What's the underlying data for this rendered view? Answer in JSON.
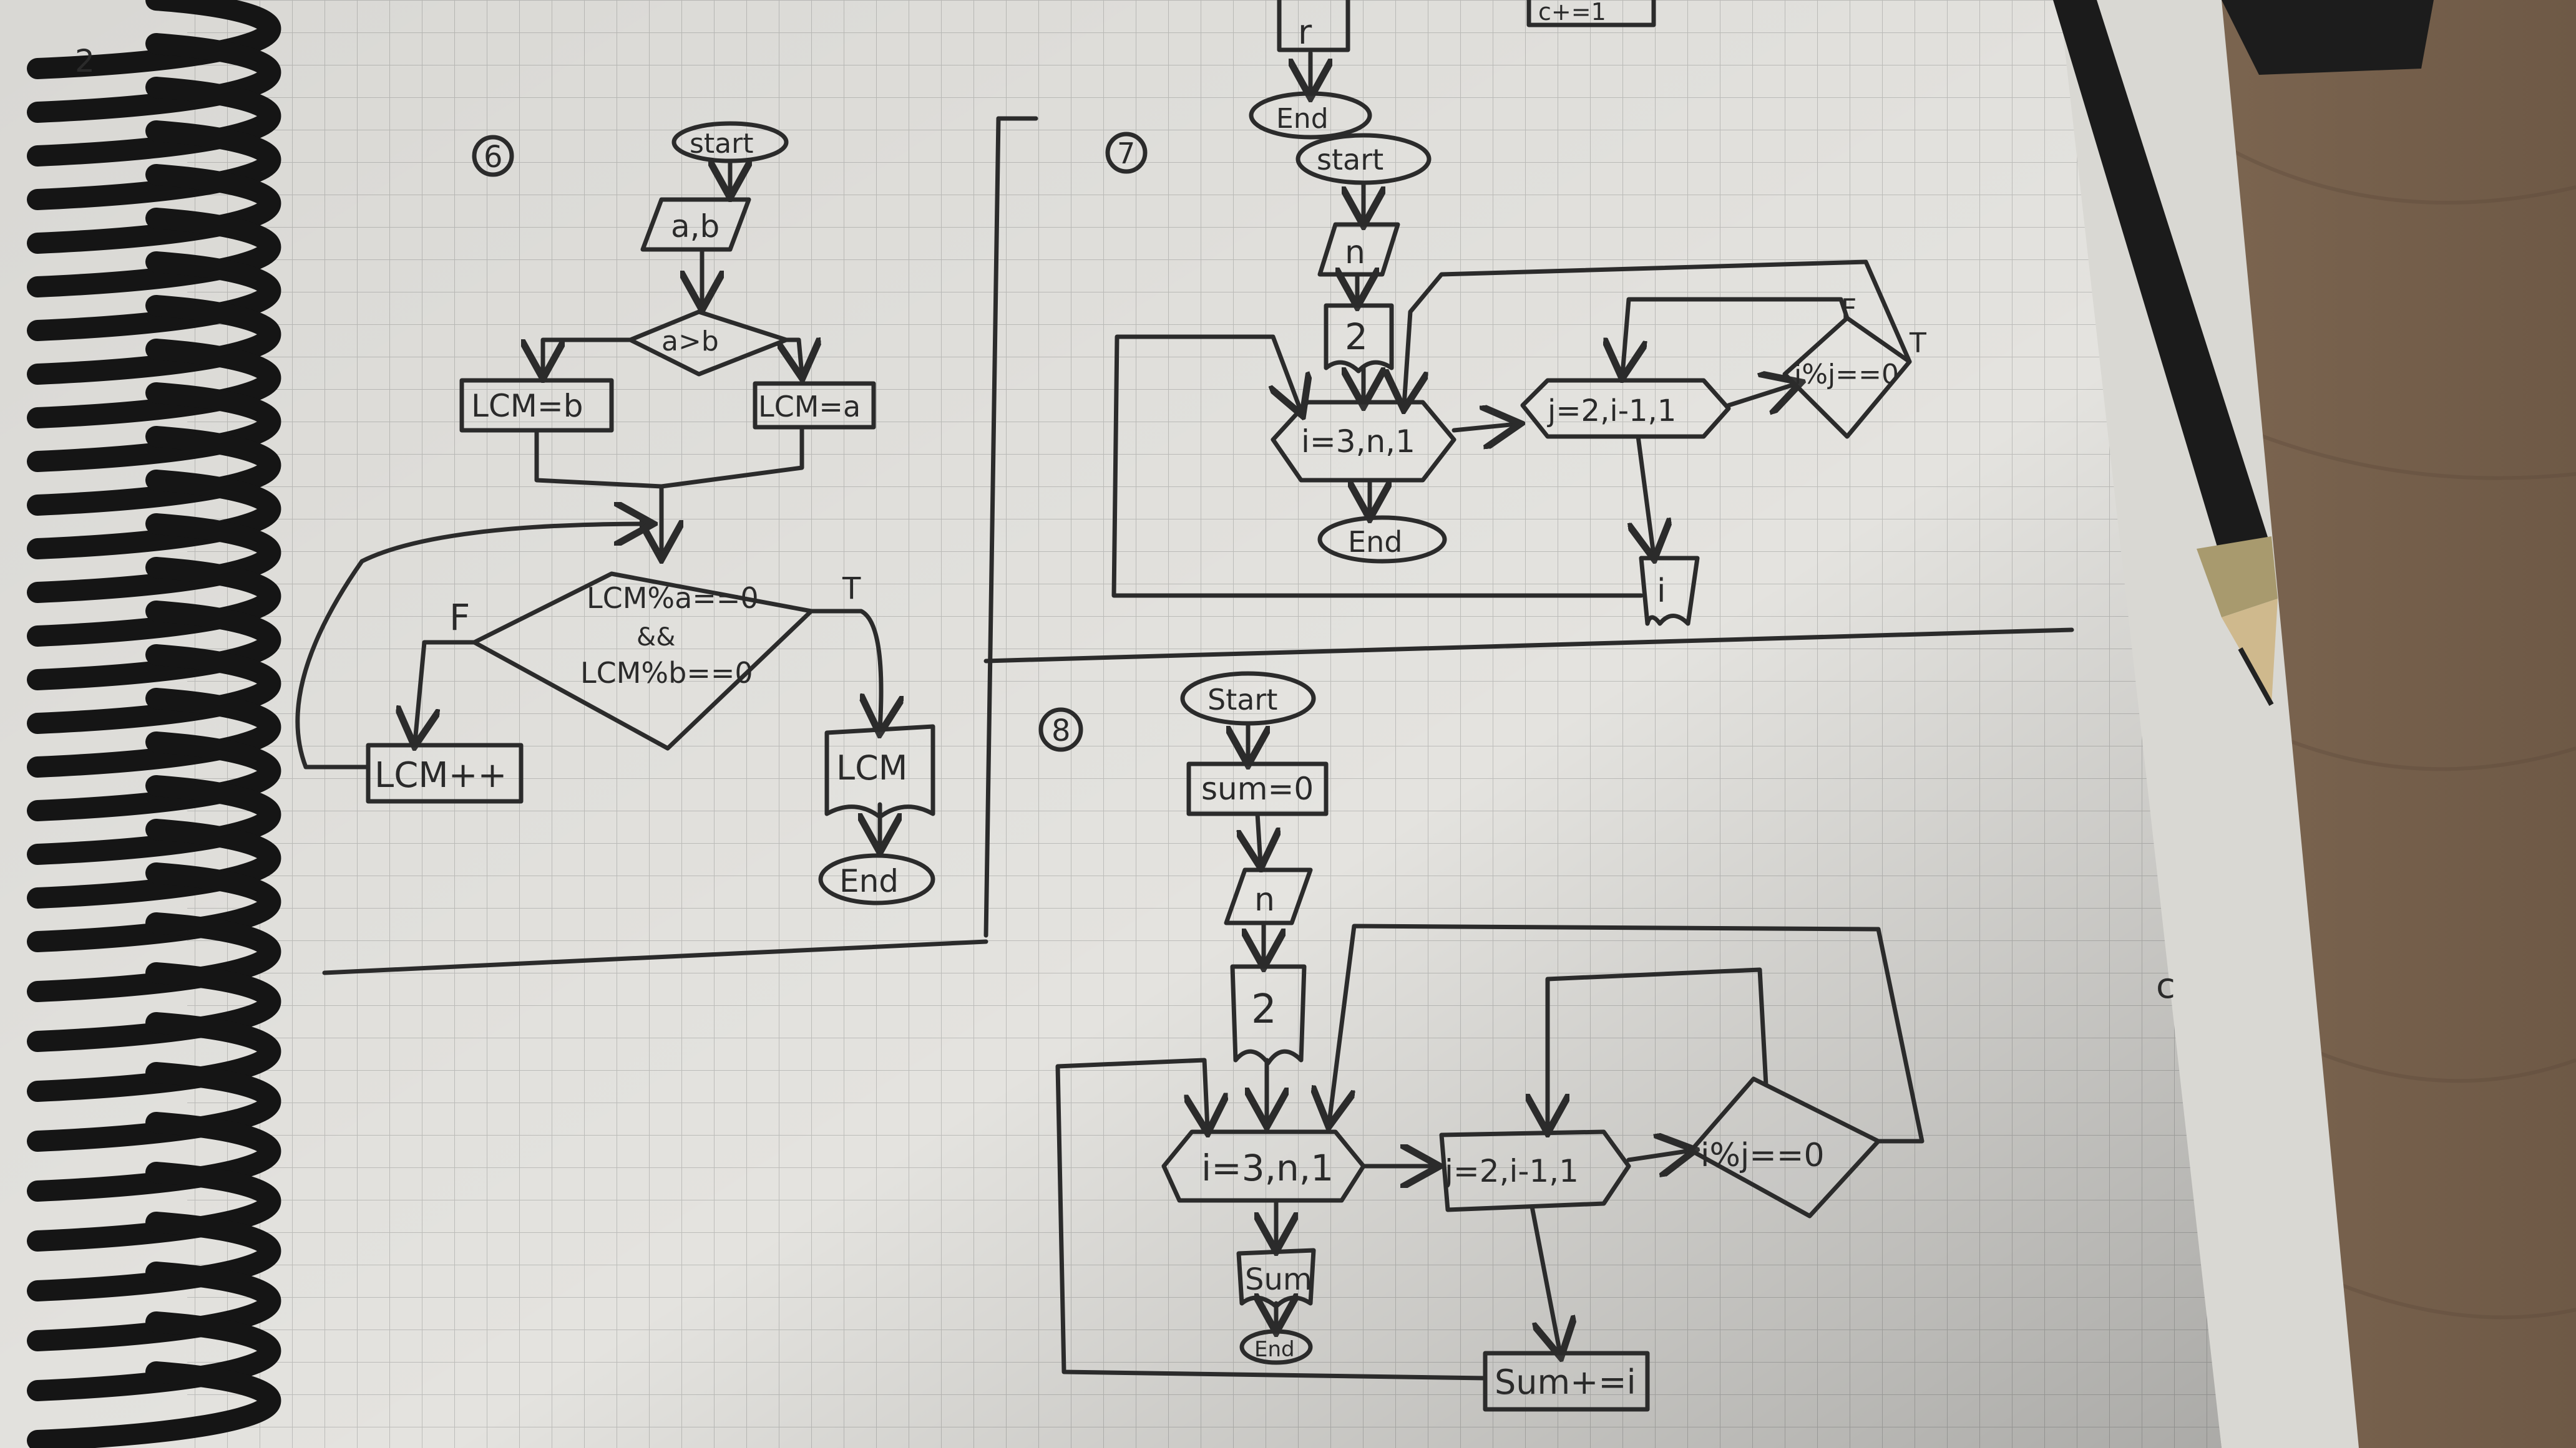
{
  "page_marks": {
    "corner_number": "2",
    "top_fragment_box": "r",
    "top_fragment_end": "End",
    "top_fragment_text": "c+=1",
    "right_edge_fragment": "c"
  },
  "flowchart_6": {
    "number": "6",
    "start": "start",
    "input": "a,b",
    "decision": "a>b",
    "left_box": "LCM=b",
    "right_box": "LCM=a",
    "loop_line1": "LCM%a==0",
    "loop_line2": "&&",
    "loop_line3": "LCM%b==0",
    "false_label": "F",
    "true_label": "T",
    "increment": "LCM++",
    "output": "LCM",
    "end": "End"
  },
  "flowchart_7": {
    "number": "7",
    "start": "start",
    "input": "n",
    "output_first": "2",
    "outer_loop": "i=3,n,1",
    "inner_loop": "j=2,i-1,1",
    "test": "i%j==0",
    "false_label": "F",
    "true_label": "T",
    "end": "End",
    "output_i": "i"
  },
  "flowchart_8": {
    "number": "8",
    "start": "Start",
    "init": "sum=0",
    "input": "n",
    "output_first": "2",
    "outer_loop": "i=3,n,1",
    "inner_loop": "j=2,i-1,1",
    "test": "i%j==0",
    "output_sum": "Sum",
    "end": "End",
    "accumulate": "Sum+=i"
  }
}
